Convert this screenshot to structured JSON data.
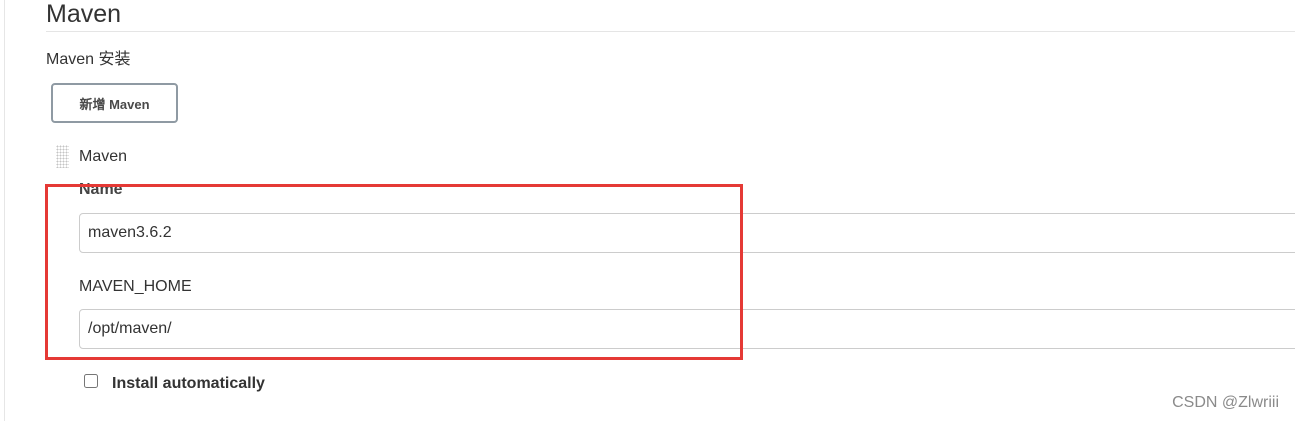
{
  "section": {
    "title": "Maven"
  },
  "installations": {
    "label": "Maven 安装",
    "add_button_label": "新增 Maven"
  },
  "item": {
    "title": "Maven",
    "name_label": "Name",
    "name_value": "maven3.6.2",
    "home_label": "MAVEN_HOME",
    "home_value": "/opt/maven/",
    "install_automatically_label": "Install automatically",
    "install_automatically_checked": false
  },
  "annotation": {
    "highlight_color": "#e53935"
  },
  "watermark": {
    "text": "CSDN @Zlwriii"
  }
}
